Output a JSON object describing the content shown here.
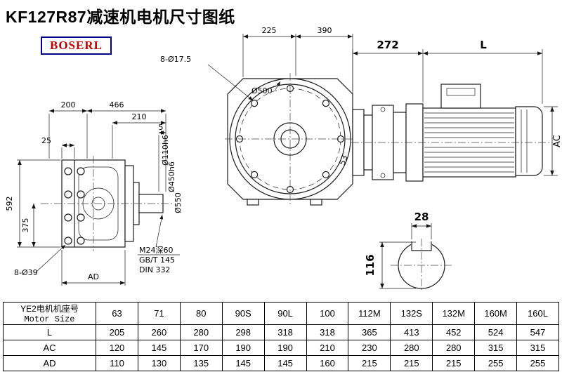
{
  "page": {
    "title": "KF127R87减速机电机尺寸图纸",
    "logo": "BOSERL"
  },
  "dims": {
    "front_width_left": "225",
    "front_width_right": "390",
    "front_bolt_holes": "8-Ø17.5",
    "front_flange_dia": "Ø500",
    "front_53": "53",
    "motor_adapter_len": "272",
    "motor_len": "L",
    "motor_dia": "AC",
    "side_200": "200",
    "side_466": "466",
    "side_210": "210",
    "side_5": "5",
    "side_25": "25",
    "side_592": "592",
    "side_375": "375",
    "side_bolt_holes": "8-Ø39",
    "side_ad": "AD",
    "tap_m24": "M24深60",
    "tap_gbt": "GB/T 145",
    "tap_din": "DIN 332",
    "shaft_dia": "Ø110h6",
    "pilot_dia": "Ø450h6",
    "flange_od": "Ø550",
    "key_width": "28",
    "key_height": "116"
  },
  "table": {
    "header_cn": "YE2电机机座号",
    "header_en": "Motor Size",
    "columns": [
      "63",
      "71",
      "80",
      "90S",
      "90L",
      "100",
      "112M",
      "132S",
      "132M",
      "160M",
      "160L"
    ],
    "rows": [
      {
        "label": "L",
        "values": [
          "205",
          "260",
          "280",
          "298",
          "318",
          "318",
          "365",
          "413",
          "452",
          "524",
          "547"
        ]
      },
      {
        "label": "AC",
        "values": [
          "120",
          "145",
          "170",
          "190",
          "190",
          "210",
          "230",
          "280",
          "280",
          "315",
          "315"
        ]
      },
      {
        "label": "AD",
        "values": [
          "110",
          "130",
          "135",
          "145",
          "145",
          "160",
          "215",
          "215",
          "215",
          "255",
          "255"
        ]
      }
    ]
  }
}
